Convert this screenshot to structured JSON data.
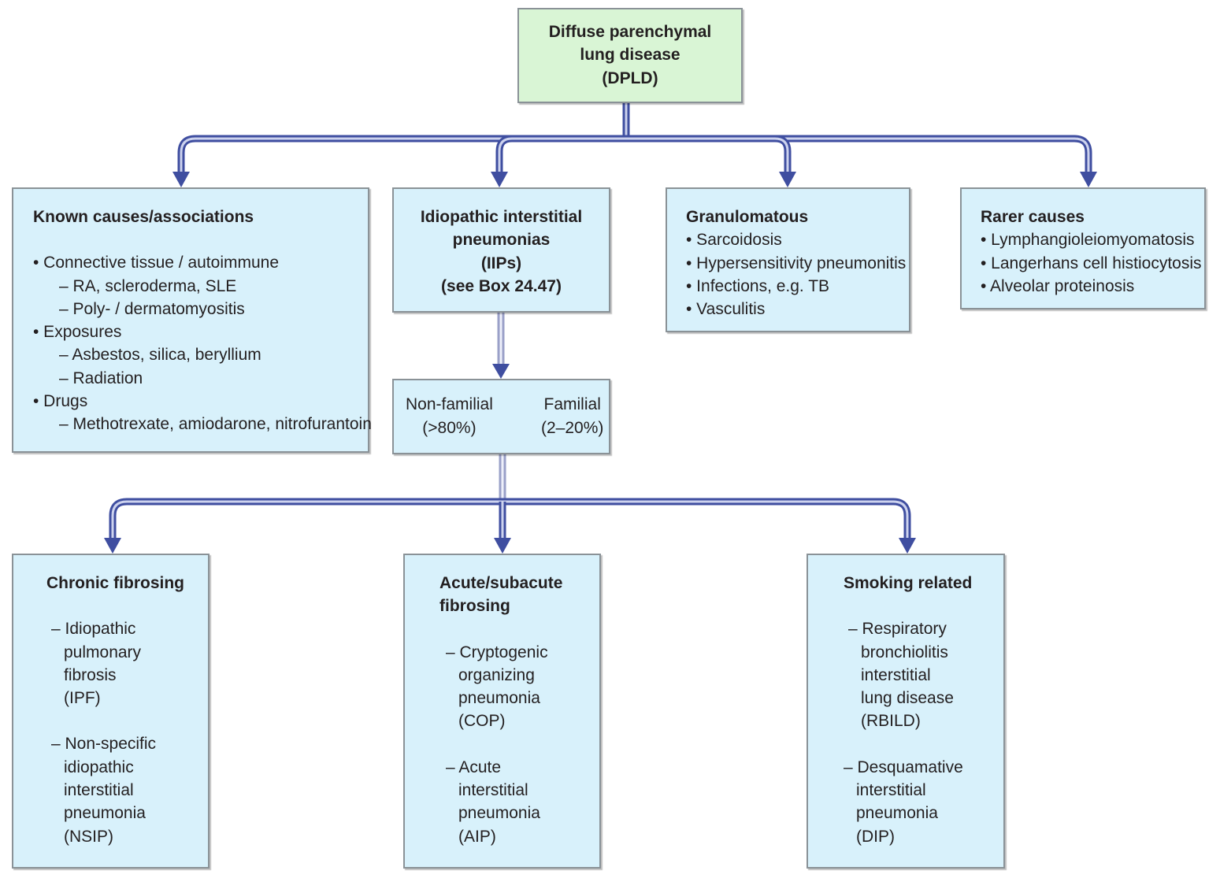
{
  "root": {
    "lines": [
      "Diffuse parenchymal",
      "lung disease",
      "(DPLD)"
    ]
  },
  "known": {
    "title": "Known causes/associations",
    "lines": [
      "• Connective tissue / autoimmune",
      "– RA, scleroderma, SLE",
      "– Poly- / dermatomyositis",
      "• Exposures",
      "– Asbestos, silica, beryllium",
      "– Radiation",
      "• Drugs",
      "– Methotrexate, amiodarone, nitrofurantoin"
    ]
  },
  "iip": {
    "lines": [
      "Idiopathic interstitial",
      "pneumonias",
      "(IIPs)",
      "(see Box 24.47)"
    ]
  },
  "granulomatous": {
    "title": "Granulomatous",
    "items": [
      "• Sarcoidosis",
      "• Hypersensitivity pneumonitis",
      "• Infections, e.g. TB",
      "• Vasculitis"
    ]
  },
  "rarer": {
    "title": "Rarer causes",
    "items": [
      "• Lymphangioleiomyomatosis",
      "• Langerhans cell histiocytosis",
      "• Alveolar proteinosis"
    ]
  },
  "familial": {
    "non_familial": [
      "Non-familial",
      "(>80%)"
    ],
    "familial": [
      "Familial",
      "(2–20%)"
    ]
  },
  "chronic": {
    "title": "Chronic fibrosing",
    "item1": [
      "– Idiopathic",
      "pulmonary",
      "fibrosis",
      "(IPF)"
    ],
    "item2": [
      "– Non-specific",
      "idiopathic",
      "interstitial",
      "pneumonia",
      "(NSIP)"
    ]
  },
  "acute": {
    "title": [
      "Acute/subacute",
      "fibrosing"
    ],
    "item1": [
      "– Cryptogenic",
      "organizing",
      "pneumonia",
      "(COP)"
    ],
    "item2": [
      "– Acute",
      "interstitial",
      "pneumonia",
      "(AIP)"
    ]
  },
  "smoking": {
    "title": "Smoking related",
    "item1": [
      "– Respiratory",
      "bronchiolitis",
      "interstitial",
      "lung disease",
      "(RBILD)"
    ],
    "item2": [
      "– Desquamative",
      "interstitial",
      "pneumonia",
      "(DIP)"
    ]
  },
  "colors": {
    "box_fill": "#d8f1fb",
    "root_fill": "#d9f5d5",
    "connector": "#3f4ea0"
  }
}
